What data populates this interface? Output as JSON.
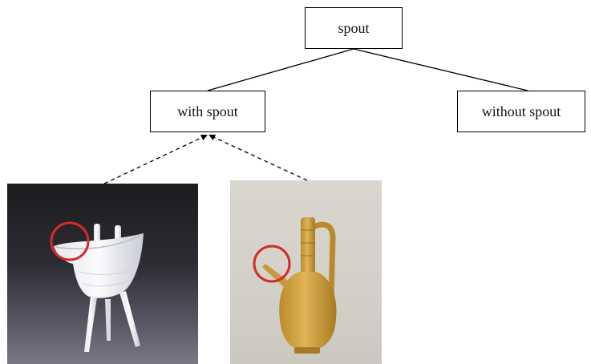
{
  "diagram": {
    "root": {
      "label": "spout"
    },
    "children": [
      {
        "label": "with spout"
      },
      {
        "label": "without spout"
      }
    ],
    "examples": [
      {
        "object": "jue-cup-photo",
        "linked_to": "with spout",
        "highlight": "spout"
      },
      {
        "object": "ewer-photo",
        "linked_to": "with spout",
        "highlight": "spout"
      }
    ]
  },
  "colors": {
    "highlight_circle": "#d42a2a",
    "line": "#000000"
  }
}
